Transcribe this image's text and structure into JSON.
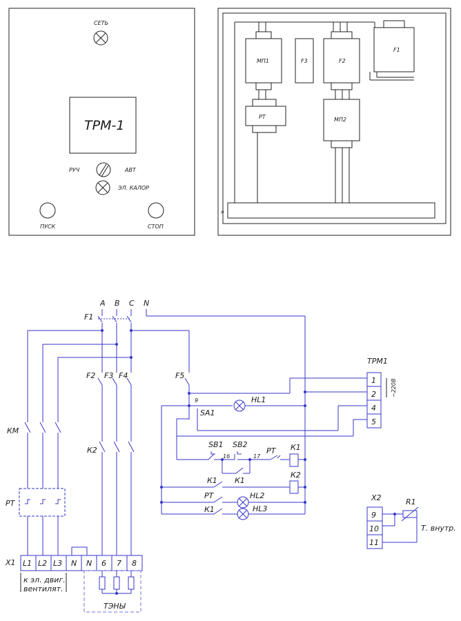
{
  "panel_front": {
    "set_label": "СЕТЬ",
    "trm_label": "ТРМ-1",
    "ruch_label": "РУЧ",
    "avt_label": "АВТ",
    "calor_label": "ЭЛ. КАЛОР",
    "start_label": "ПУСК",
    "stop_label": "СТОП"
  },
  "panel_inside": {
    "mp1": "МП1",
    "f_small": "F3",
    "f2": "F2",
    "f1": "F1",
    "rt": "РТ",
    "mp2": "МП2"
  },
  "phases": [
    "A",
    "B",
    "C",
    "N"
  ],
  "labels": {
    "f1": "F1",
    "f2": "F2",
    "f3": "F3",
    "f4": "F4",
    "f5": "F5",
    "km": "КМ",
    "k2": "К2",
    "pt": "РТ",
    "node9": "9",
    "node16": "16",
    "node17": "17",
    "hl1": "HL1",
    "sa1": "SA1",
    "sb1": "SB1",
    "sb2": "SB2",
    "pt2": "РТ",
    "k1a": "К1",
    "k2coil": "К2",
    "k1row": "К1",
    "k1row2": "К1",
    "ptrow": "РТ",
    "hl2": "HL2",
    "k1row3": "К1",
    "hl3": "HL3"
  },
  "trm1": {
    "title": "ТРМ1",
    "terms": [
      "1",
      "2",
      "4",
      "5"
    ],
    "voltage": "~220В"
  },
  "x1": {
    "name": "Х1",
    "terms": [
      "L1",
      "L2",
      "L3",
      "N",
      "N",
      "6",
      "7",
      "8"
    ],
    "note1": "к эл. двиг.",
    "note2": "вентилят."
  },
  "heaters": "ТЭНЫ",
  "x2": {
    "name": "Х2",
    "terms": [
      "9",
      "10",
      "11"
    ],
    "r1": "R1",
    "note": "Т. внутр."
  }
}
